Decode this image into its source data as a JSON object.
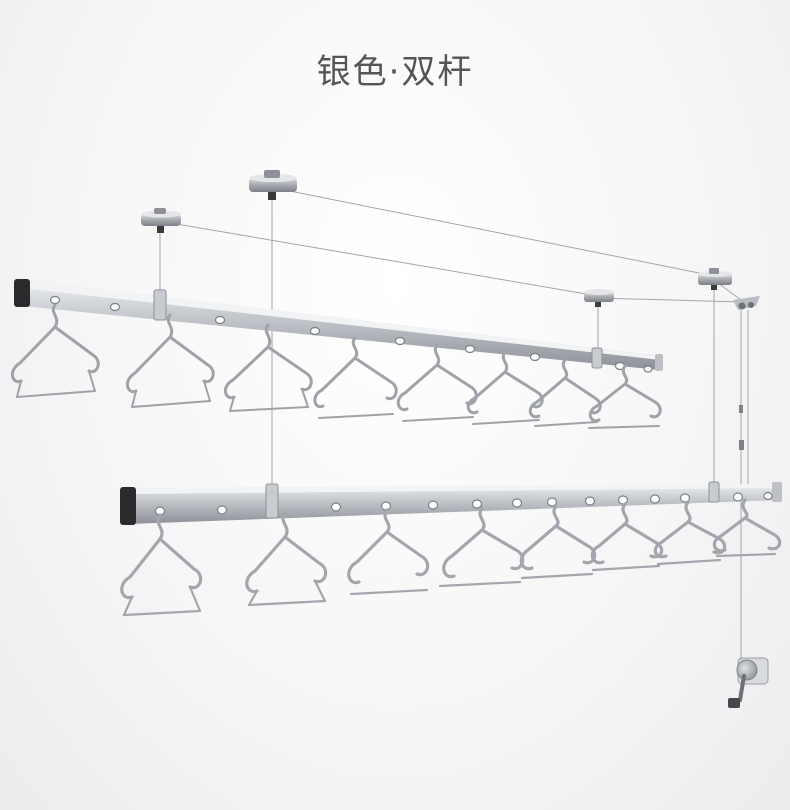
{
  "header": {
    "title": "银色·双杆"
  },
  "product": {
    "color_name": "silver",
    "rod_count": 2,
    "colors": {
      "rod": "#b9bcc1",
      "rod_highlight": "#e6e8eb",
      "end_cap": "#2b2b2e",
      "cable": "#9a9da2",
      "hanger": "#a7aab0"
    }
  }
}
